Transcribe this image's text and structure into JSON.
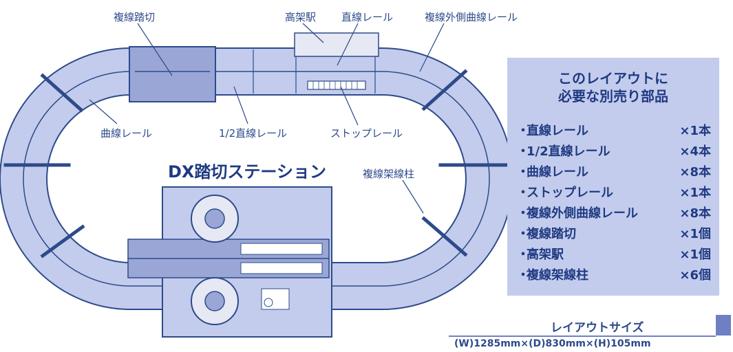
{
  "labels": {
    "crossing": "複線踏切",
    "elevated_station": "高架駅",
    "straight_rail": "直線レール",
    "outer_curve_rail": "複線外側曲線レール",
    "curve_rail": "曲線レール",
    "half_straight_rail": "1/2直線レール",
    "stop_rail": "ストップレール",
    "main_title": "DX踏切ステーション",
    "pole": "複線架線柱"
  },
  "parts_list": {
    "title_line1": "このレイアウトに",
    "title_line2": "必要な別売り部品",
    "items": [
      {
        "bullet": "・",
        "name": "直線レール",
        "qty": "×1本"
      },
      {
        "bullet": "・",
        "name": "1/2直線レール",
        "qty": "×4本"
      },
      {
        "bullet": "・",
        "name": "曲線レール",
        "qty": "×8本"
      },
      {
        "bullet": "・",
        "name": "ストップレール",
        "qty": "×1本"
      },
      {
        "bullet": "・",
        "name": "複線外側曲線レール",
        "qty": "×8本"
      },
      {
        "bullet": "・",
        "name": "複線踏切",
        "qty": "×1個"
      },
      {
        "bullet": "・",
        "name": "高架駅",
        "qty": "×1個"
      },
      {
        "bullet": "・",
        "name": "複線架線柱",
        "qty": "×6個"
      }
    ]
  },
  "layout_size": {
    "title": "レイアウトサイズ",
    "dimensions": "(W)1285mm×(D)830mm×(H)105mm"
  },
  "colors": {
    "track": "#c3ccec",
    "outline": "#2d4a8a",
    "text": "#1f3a82",
    "accent": "#6f7fc4"
  }
}
